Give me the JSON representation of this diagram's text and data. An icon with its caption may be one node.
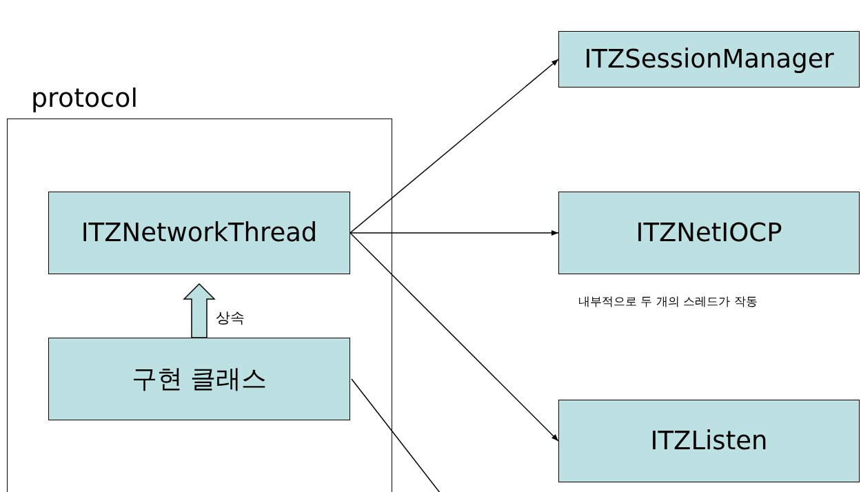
{
  "diagram": {
    "nodes": [
      {
        "text": [
          "protocol"
        ]
      },
      {
        "text": [
          "ITZNetworkThread"
        ],
        "in": 0
      },
      {
        "text": [
          "구현 클래스"
        ],
        "in": 0
      },
      {
        "text": [
          "ITZSessionManager"
        ]
      },
      {
        "text": [
          "ITZNetIOCP"
        ],
        "beside": [
          "내부적으로 두 개의 스레드가 작동"
        ]
      },
      {
        "text": [
          "ITZListen"
        ]
      }
    ],
    "edges": [
      {
        "from": 1,
        "to": 3,
        "arrow": "to"
      },
      {
        "from": 1,
        "to": 4,
        "arrow": "to"
      },
      {
        "from": 1,
        "to": 5,
        "arrow": "to"
      },
      {
        "from": 2,
        "to": 1,
        "arrow": "to",
        "label": "상속",
        "style": "thick"
      },
      {
        "from": 2,
        "to": null,
        "arrow": "none"
      }
    ]
  }
}
